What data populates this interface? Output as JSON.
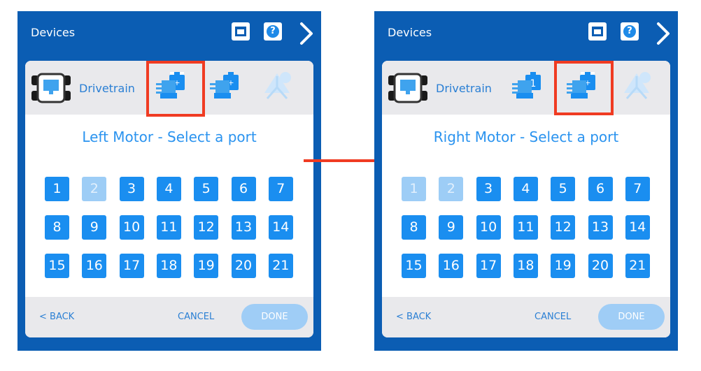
{
  "left": {
    "title": "Devices",
    "category_label": "Drivetrain",
    "heading": "Left Motor - Select a port",
    "ports": [
      "1",
      "2",
      "3",
      "4",
      "5",
      "6",
      "7",
      "8",
      "9",
      "10",
      "11",
      "12",
      "13",
      "14",
      "15",
      "16",
      "17",
      "18",
      "19",
      "20",
      "21"
    ],
    "disabled_ports": [
      "2"
    ],
    "back_label": "< BACK",
    "cancel_label": "CANCEL",
    "done_label": "DONE"
  },
  "right": {
    "title": "Devices",
    "category_label": "Drivetrain",
    "heading": "Right Motor - Select a port",
    "ports": [
      "1",
      "2",
      "3",
      "4",
      "5",
      "6",
      "7",
      "8",
      "9",
      "10",
      "11",
      "12",
      "13",
      "14",
      "15",
      "16",
      "17",
      "18",
      "19",
      "20",
      "21"
    ],
    "disabled_ports": [
      "1",
      "2"
    ],
    "assigned_motor_badge": "1",
    "back_label": "< BACK",
    "cancel_label": "CANCEL",
    "done_label": "DONE"
  },
  "icons": {
    "header": [
      "device-port-icon",
      "help-icon",
      "chevron-right-icon"
    ],
    "toolbar": [
      "drivetrain-icon",
      "left-motor-add-icon",
      "right-motor-add-icon",
      "sensor-icon"
    ]
  },
  "colors": {
    "panel_bg": "#0b5db3",
    "port": "#1a8ef0",
    "port_disabled": "#9dcdf6",
    "highlight": "#f03b22",
    "accent_text": "#2a93ef"
  }
}
